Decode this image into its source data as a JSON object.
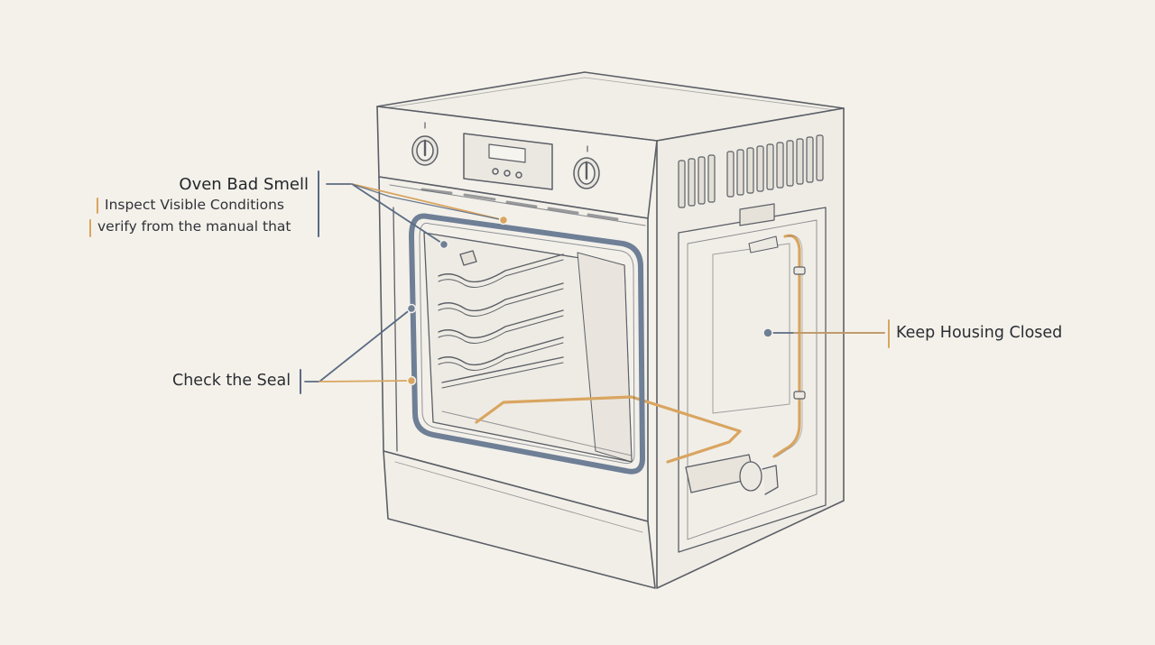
{
  "callouts": {
    "main_title": "Oven Bad Smell",
    "inspect": "Inspect Visible Conditions",
    "verify": "verify from the manual that",
    "seal": "Check the Seal",
    "housing": "Keep Housing Closed"
  },
  "colors": {
    "background": "#f4f1ea",
    "sketch_line": "#5b5f66",
    "gasket_blue": "#6e7f96",
    "accent_amber": "#d9a560",
    "leader_blue": "#5a6b83"
  }
}
